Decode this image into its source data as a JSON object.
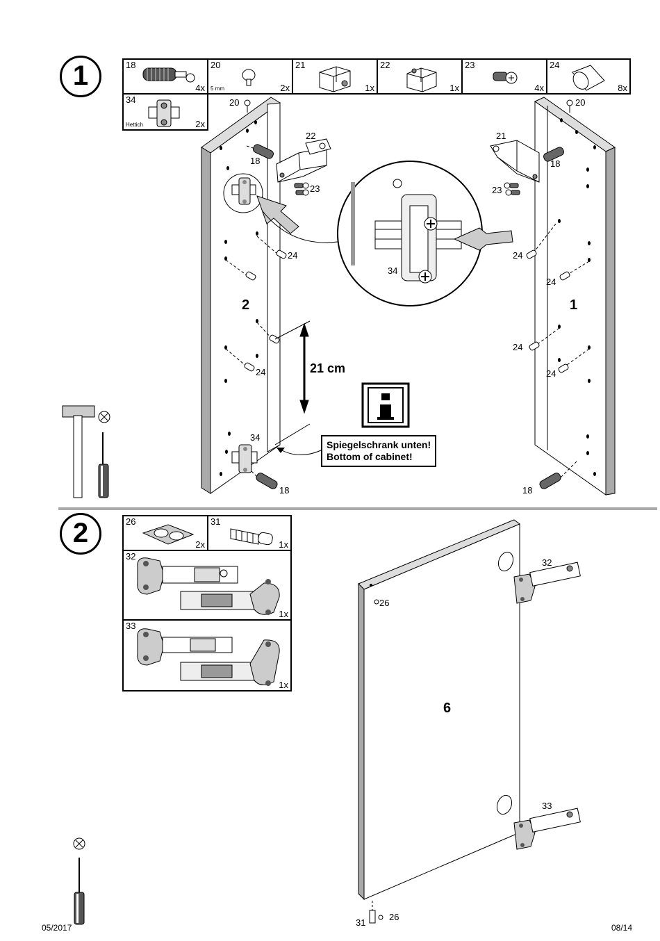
{
  "step1": {
    "number": "1",
    "parts": [
      {
        "num": "18",
        "qty": "4x",
        "sub": ""
      },
      {
        "num": "20",
        "qty": "2x",
        "sub": "5 mm"
      },
      {
        "num": "21",
        "qty": "1x",
        "sub": ""
      },
      {
        "num": "22",
        "qty": "1x",
        "sub": ""
      },
      {
        "num": "23",
        "qty": "4x",
        "sub": ""
      },
      {
        "num": "24",
        "qty": "8x",
        "sub": ""
      },
      {
        "num": "34",
        "qty": "2x",
        "sub": "Hettich"
      }
    ],
    "panel_left": "2",
    "panel_right": "1",
    "measure": "21 cm",
    "info_line1": "Spiegelschrank unten!",
    "info_line2": "Bottom of cabinet!",
    "callouts": {
      "l20": "20",
      "l22": "22",
      "l18a": "18",
      "l23": "23",
      "l24a": "24",
      "l24b": "24",
      "l34": "34",
      "l18b": "18",
      "r20": "20",
      "r21": "21",
      "r18a": "18",
      "r23": "23",
      "r24a": "24",
      "r24b": "24",
      "r24c": "24",
      "r24d": "24",
      "r18b": "18",
      "zoom34": "34"
    }
  },
  "step2": {
    "number": "2",
    "parts": [
      {
        "num": "26",
        "qty": "2x"
      },
      {
        "num": "31",
        "qty": "1x"
      },
      {
        "num": "32",
        "qty": "1x"
      },
      {
        "num": "33",
        "qty": "1x"
      }
    ],
    "panel_door": "6",
    "callouts": {
      "d26a": "26",
      "d32": "32",
      "d33": "33",
      "d31": "31",
      "d26b": "26"
    }
  },
  "footer": {
    "date": "05/2017",
    "page": "08/14"
  }
}
